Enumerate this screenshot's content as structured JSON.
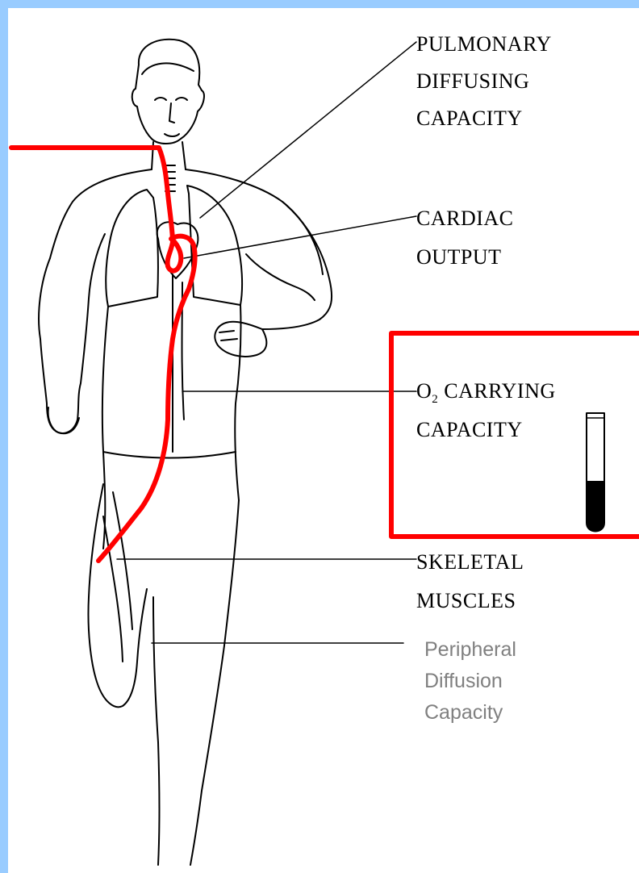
{
  "factors": {
    "pulmonary": {
      "line1": "PULMONARY",
      "line2": "DIFFUSING",
      "line3": "CAPACITY"
    },
    "cardiac": {
      "line1": "CARDIAC",
      "line2": "OUTPUT"
    },
    "oxygen": {
      "o": "O",
      "sub": "2",
      "rest": " CARRYING",
      "line2": "CAPACITY"
    },
    "skeletal": {
      "line1": "SKELETAL",
      "line2": "MUSCLES"
    },
    "peripheral": {
      "line1": "Peripheral",
      "line2": "Diffusion",
      "line3": "Capacity"
    }
  },
  "colors": {
    "background": "#99ccff",
    "highlight": "#ff0000",
    "peripheral_text": "#808080",
    "drawing": "#000000"
  },
  "icons": [
    "human-figure",
    "blood-test-tube-icon"
  ]
}
